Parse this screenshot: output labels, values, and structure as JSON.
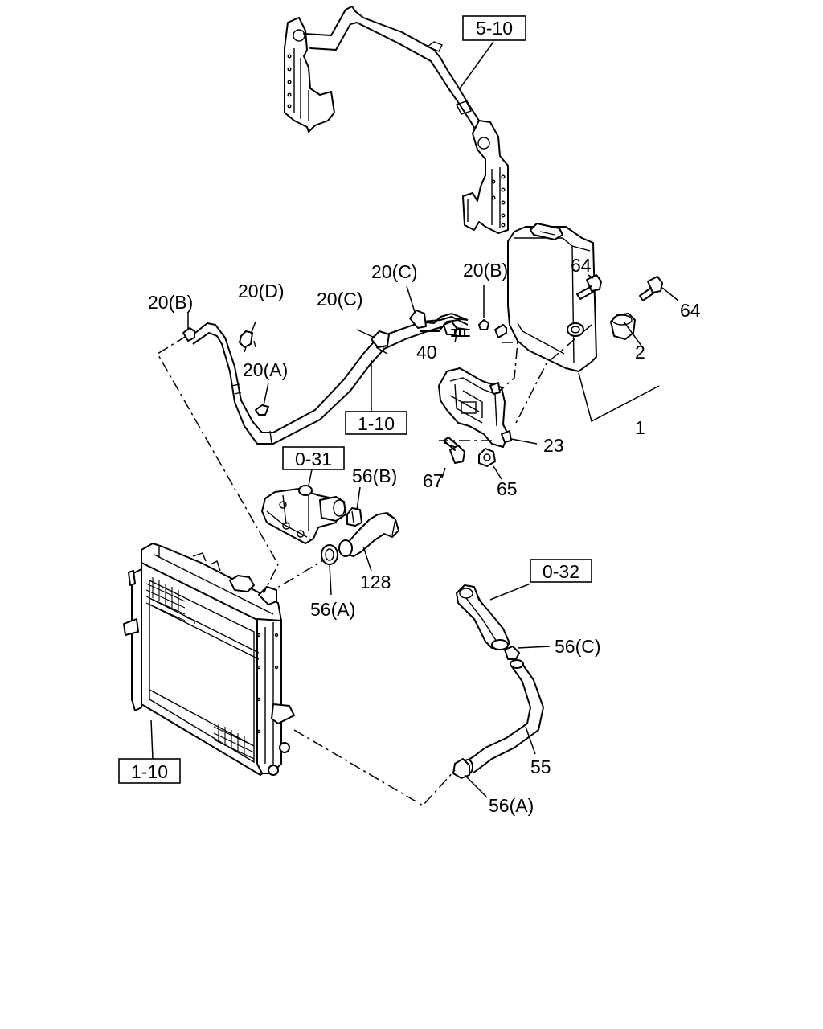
{
  "references": {
    "frame": "5-10",
    "pipe": "1-10",
    "thermostat": "0-31",
    "outlet": "0-32",
    "radiator": "1-10"
  },
  "callouts": {
    "clip_b_left": "20(B)",
    "clip_d": "20(D)",
    "clip_c_left": "20(C)",
    "clip_a": "20(A)",
    "clip_c_top": "20(C)",
    "clip_b_top": "20(B)",
    "bolt_64_top": "64",
    "bolt_64_right": "64",
    "cap": "2",
    "tank_assy": "1",
    "bolt_40": "40",
    "bracket": "23",
    "bolt_67": "67",
    "nut_65": "65",
    "clamp_56b": "56(B)",
    "hose_128": "128",
    "clamp_56a_upper": "56(A)",
    "clamp_56c": "56(C)",
    "hose_55": "55",
    "clamp_56a_lower": "56(A)"
  }
}
